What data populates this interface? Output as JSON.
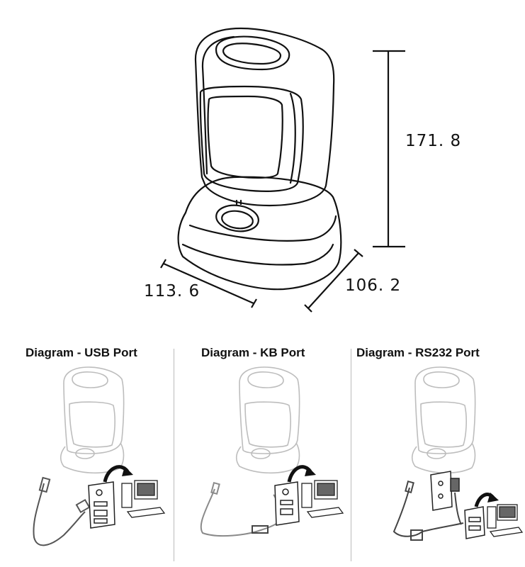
{
  "dimensions": {
    "height": "171. 8",
    "width": "113. 6",
    "depth": "106. 2"
  },
  "panels": [
    {
      "title": "Diagram - USB Port"
    },
    {
      "title": "Diagram - KB Port"
    },
    {
      "title": "Diagram - RS232 Port"
    }
  ],
  "colors": {
    "line": "#111111",
    "faded": "#bdbdbd",
    "cable": "#8a8a8a"
  }
}
